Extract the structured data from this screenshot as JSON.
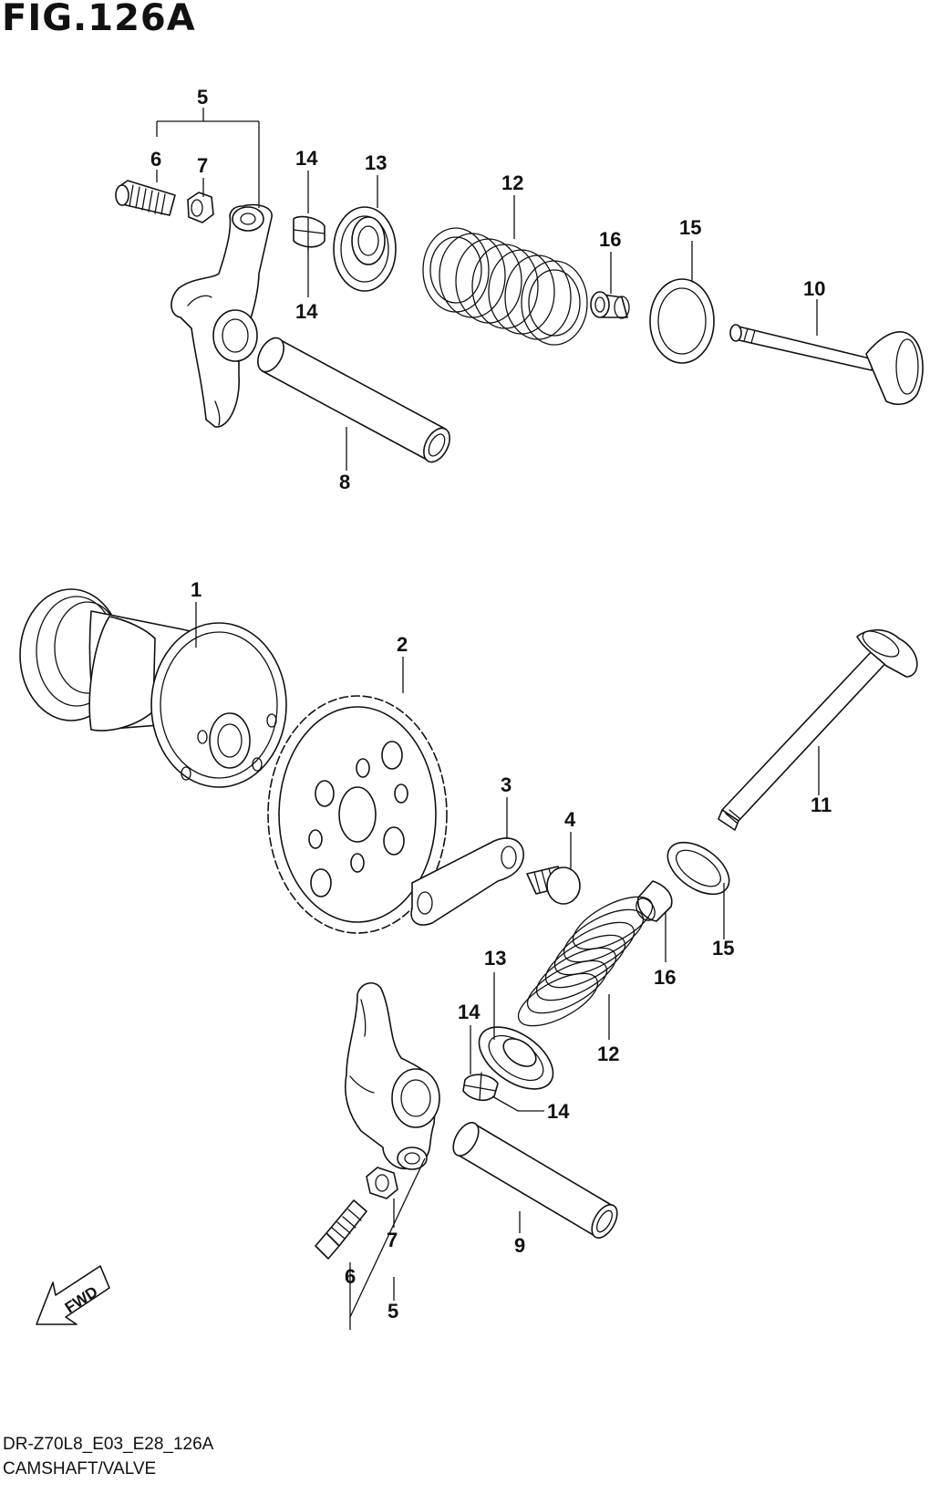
{
  "figure": {
    "title": "FIG.126A"
  },
  "fwd_arrow": {
    "label": "FWD",
    "icon": "fwd-arrow-icon"
  },
  "callouts": {
    "top": {
      "p5": "5",
      "p6": "6",
      "p7": "7",
      "p14a": "14",
      "p14b": "14",
      "p13": "13",
      "p12": "12",
      "p16": "16",
      "p15": "15",
      "p10": "10",
      "p8": "8"
    },
    "bottom": {
      "p1": "1",
      "p2": "2",
      "p3": "3",
      "p4": "4",
      "p11": "11",
      "p15": "15",
      "p16": "16",
      "p13": "13",
      "p14a": "14",
      "p12": "12",
      "p14b": "14",
      "p7": "7",
      "p9": "9",
      "p6": "6",
      "p5": "5"
    }
  },
  "footer": {
    "code": "DR-Z70L8_E03_E28_126A",
    "caption": "CAMSHAFT/VALVE"
  }
}
